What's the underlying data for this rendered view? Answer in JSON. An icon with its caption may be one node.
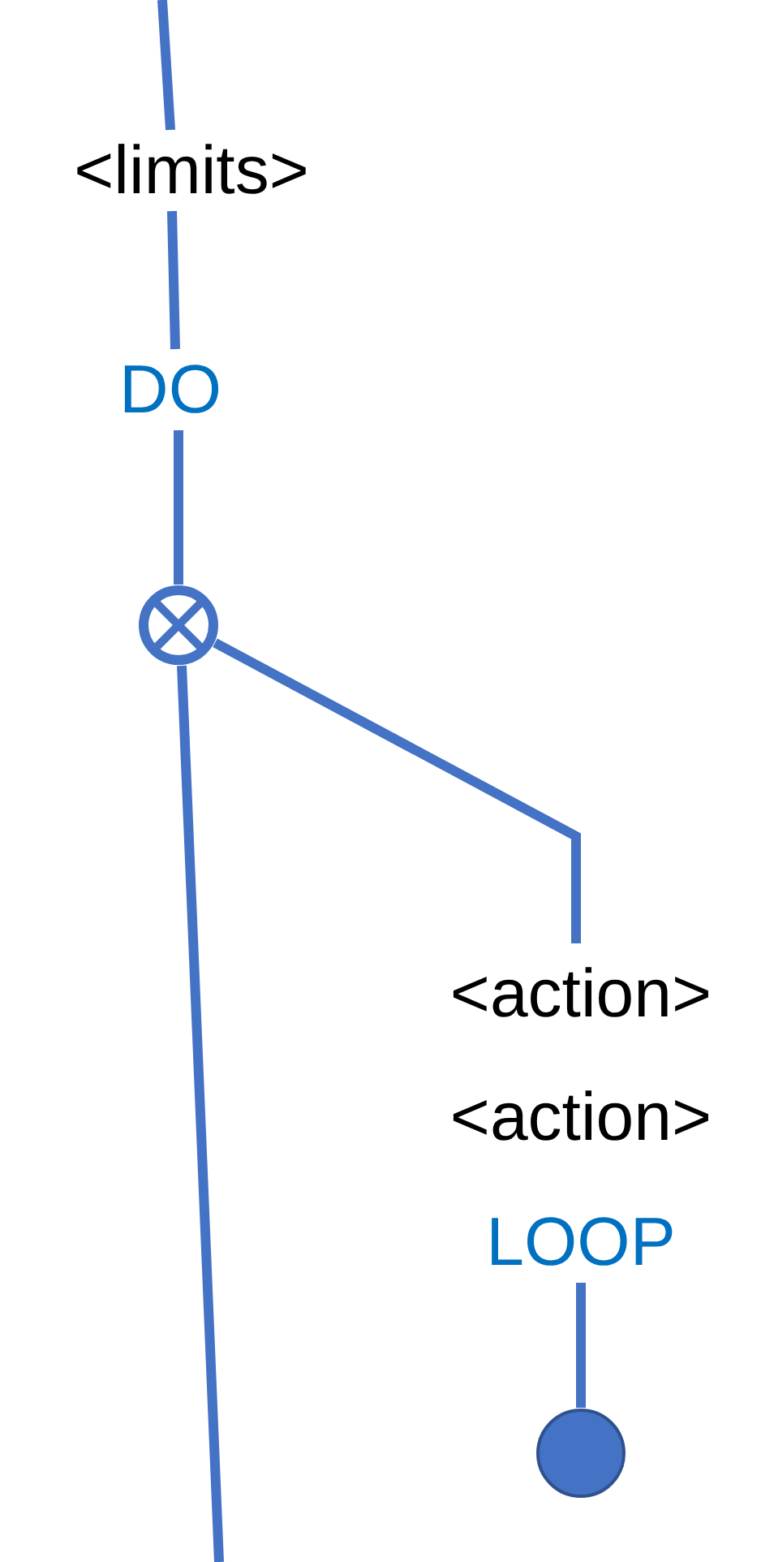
{
  "diagram": {
    "nodes": [
      {
        "text": [
          "<limits>"
        ]
      },
      {
        "text": [
          "DO"
        ]
      },
      {
        "text": [],
        "shape": "circle"
      },
      {
        "text": [
          "<action>"
        ]
      },
      {
        "text": [
          "<action>"
        ]
      },
      {
        "text": [
          "LOOP"
        ]
      },
      {
        "text": [],
        "shape": "circle"
      }
    ],
    "edges": [
      {
        "from": null,
        "to": 0,
        "arrow": "none"
      },
      {
        "from": 0,
        "to": 1,
        "arrow": "none"
      },
      {
        "from": 1,
        "to": 2,
        "arrow": "none"
      },
      {
        "from": 2,
        "to": null,
        "arrow": "none"
      },
      {
        "from": 2,
        "to": 3,
        "arrow": "none"
      },
      {
        "from": 5,
        "to": 6,
        "arrow": "none"
      }
    ]
  }
}
